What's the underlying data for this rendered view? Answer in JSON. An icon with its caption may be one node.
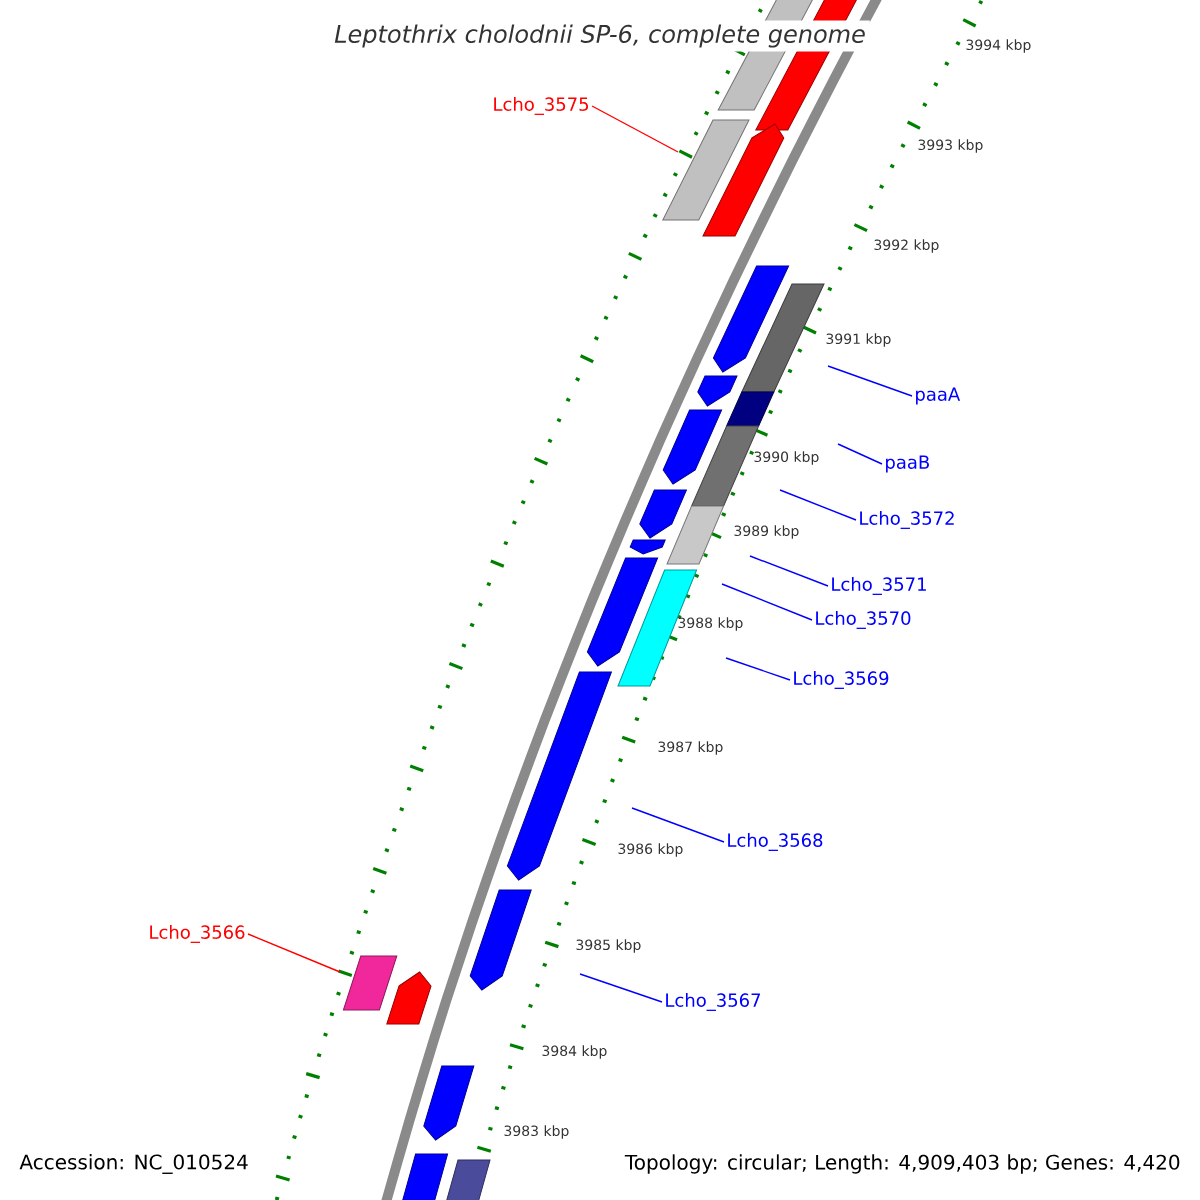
{
  "diagram": {
    "title": "Leptothrix cholodnii SP-6, complete genome",
    "nodes": [
      {
        "text": [
          "Lcho_3575"
        ]
      },
      {
        "text": [
          "paaA"
        ]
      },
      {
        "text": [
          "paaB"
        ]
      },
      {
        "text": [
          "Lcho_3572"
        ]
      },
      {
        "text": [
          "Lcho_3571"
        ]
      },
      {
        "text": [
          "Lcho_3570"
        ]
      },
      {
        "text": [
          "Lcho_3569"
        ]
      },
      {
        "text": [
          "Lcho_3568"
        ]
      },
      {
        "text": [
          "Lcho_3566"
        ]
      },
      {
        "text": [
          "Lcho_3567"
        ]
      }
    ],
    "edges": [
      {
        "from": 0,
        "to": null,
        "arrow": "none",
        "color": "#ff0000"
      },
      {
        "from": 1,
        "to": null,
        "arrow": "none"
      },
      {
        "from": 2,
        "to": null,
        "arrow": "none"
      },
      {
        "from": 3,
        "to": null,
        "arrow": "none"
      },
      {
        "from": 4,
        "to": null,
        "arrow": "none"
      },
      {
        "from": 5,
        "to": null,
        "arrow": "none"
      },
      {
        "from": 6,
        "to": null,
        "arrow": "none"
      },
      {
        "from": 7,
        "to": null,
        "arrow": "none"
      },
      {
        "from": 8,
        "to": null,
        "arrow": "none",
        "color": "#ff0000"
      },
      {
        "from": 9,
        "to": null,
        "arrow": "none"
      }
    ],
    "labels": [
      "3994 kbp",
      "3993 kbp",
      "3992 kbp",
      "3991 kbp",
      "3990 kbp",
      "3989 kbp",
      "3988 kbp",
      "3987 kbp",
      "3986 kbp",
      "3985 kbp",
      "3984 kbp",
      "3983 kbp",
      "Accession: NC_010524",
      "Topology: circular; Length: 4,909,403 bp; Genes: 4,420"
    ]
  }
}
